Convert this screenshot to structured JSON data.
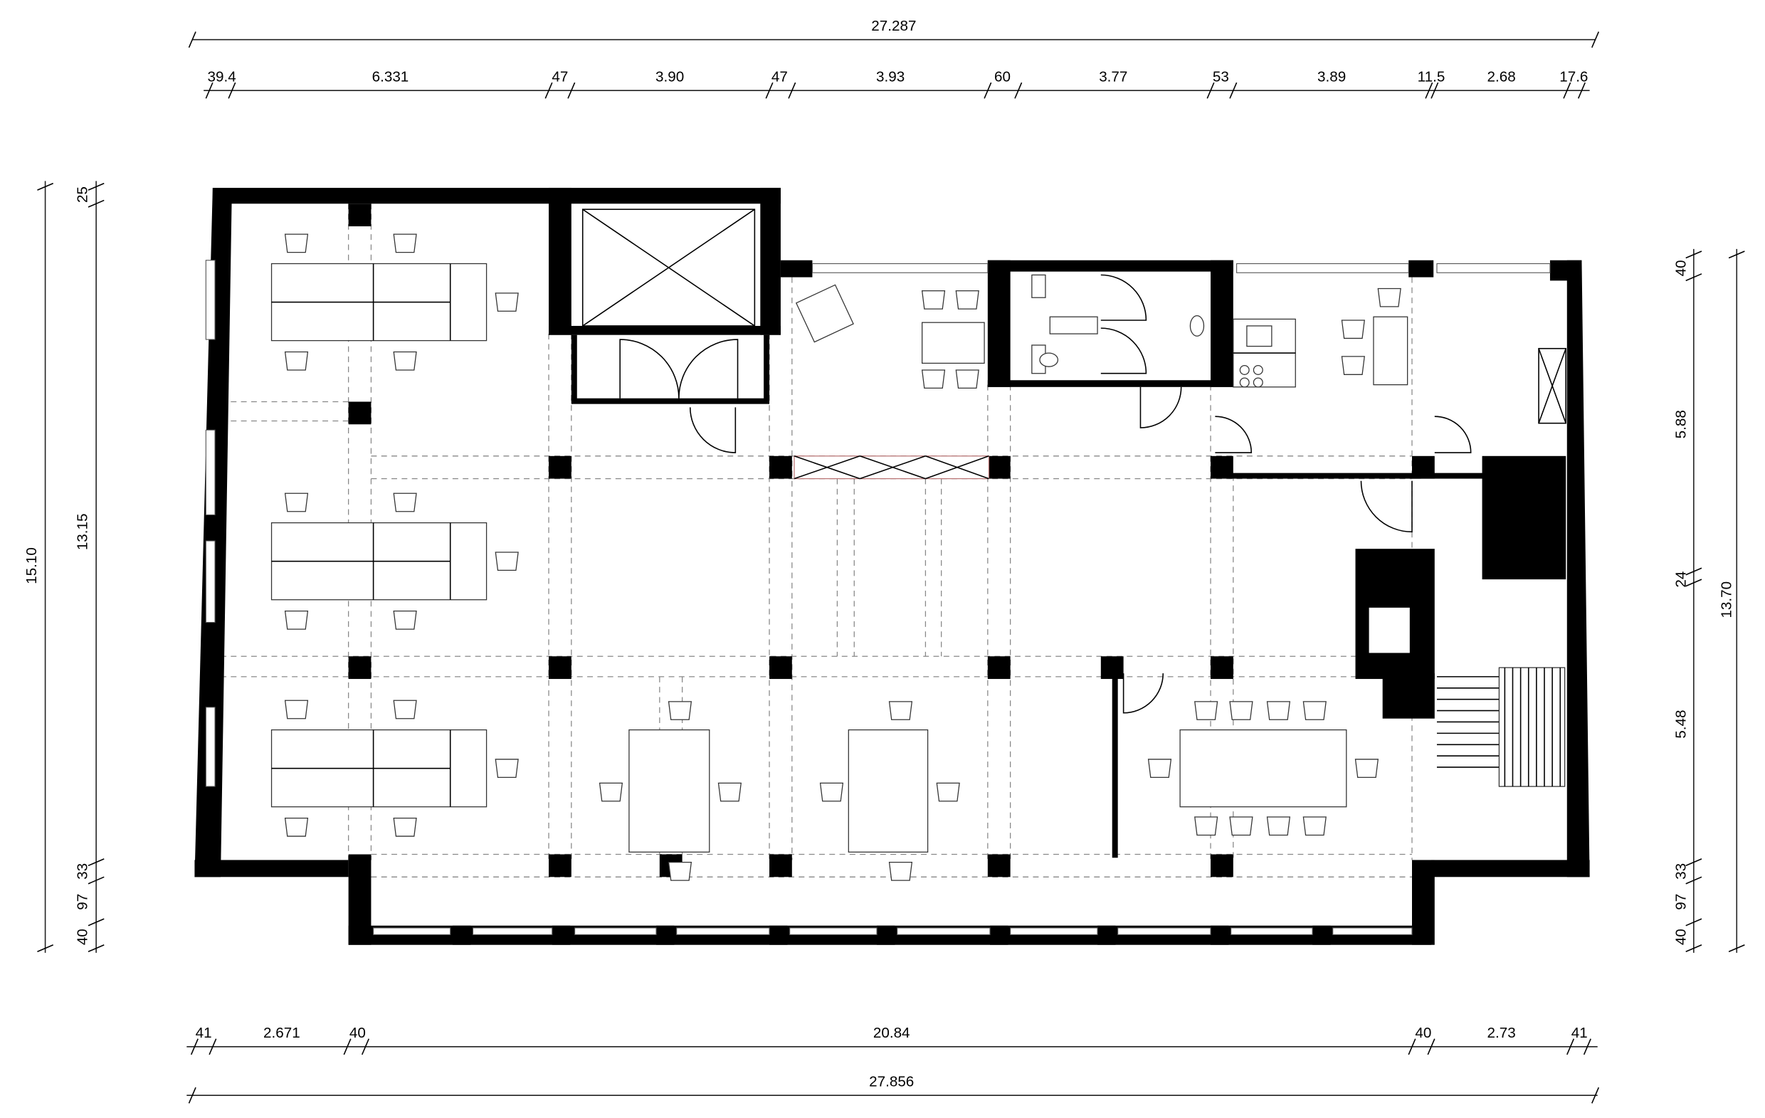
{
  "dimensions": {
    "top_overall": "27.287",
    "top_segments": [
      "39.4",
      "6.331",
      "47",
      "3.90",
      "47",
      "3.93",
      "60",
      "3.77",
      "53",
      "3.89",
      "11.5",
      "2.68",
      "17.6"
    ],
    "bottom_segments": [
      "41",
      "2.671",
      "40",
      "20.84",
      "40",
      "2.73",
      "41"
    ],
    "bottom_overall": "27.856",
    "left_overall": "15.10",
    "left_segments": [
      "25",
      "13.15",
      "33",
      "97",
      "40"
    ],
    "right_overall": "13.70",
    "right_segments": [
      "40",
      "5.88",
      "24",
      "5.48",
      "33",
      "97",
      "40"
    ]
  }
}
